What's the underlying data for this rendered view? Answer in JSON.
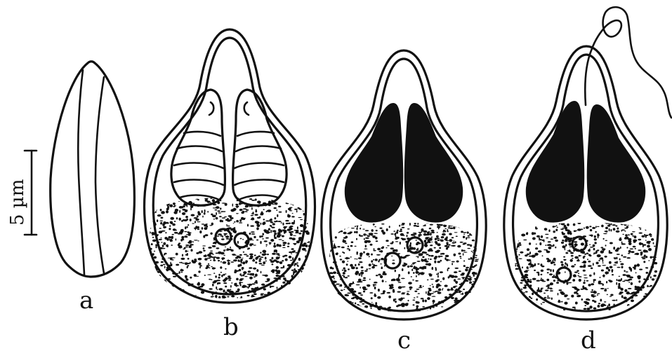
{
  "panels": [
    {
      "id": "a",
      "label": "a"
    },
    {
      "id": "b",
      "label": "b"
    },
    {
      "id": "c",
      "label": "c"
    },
    {
      "id": "d",
      "label": "d"
    }
  ],
  "scale_bar": {
    "text": "5 µm"
  }
}
